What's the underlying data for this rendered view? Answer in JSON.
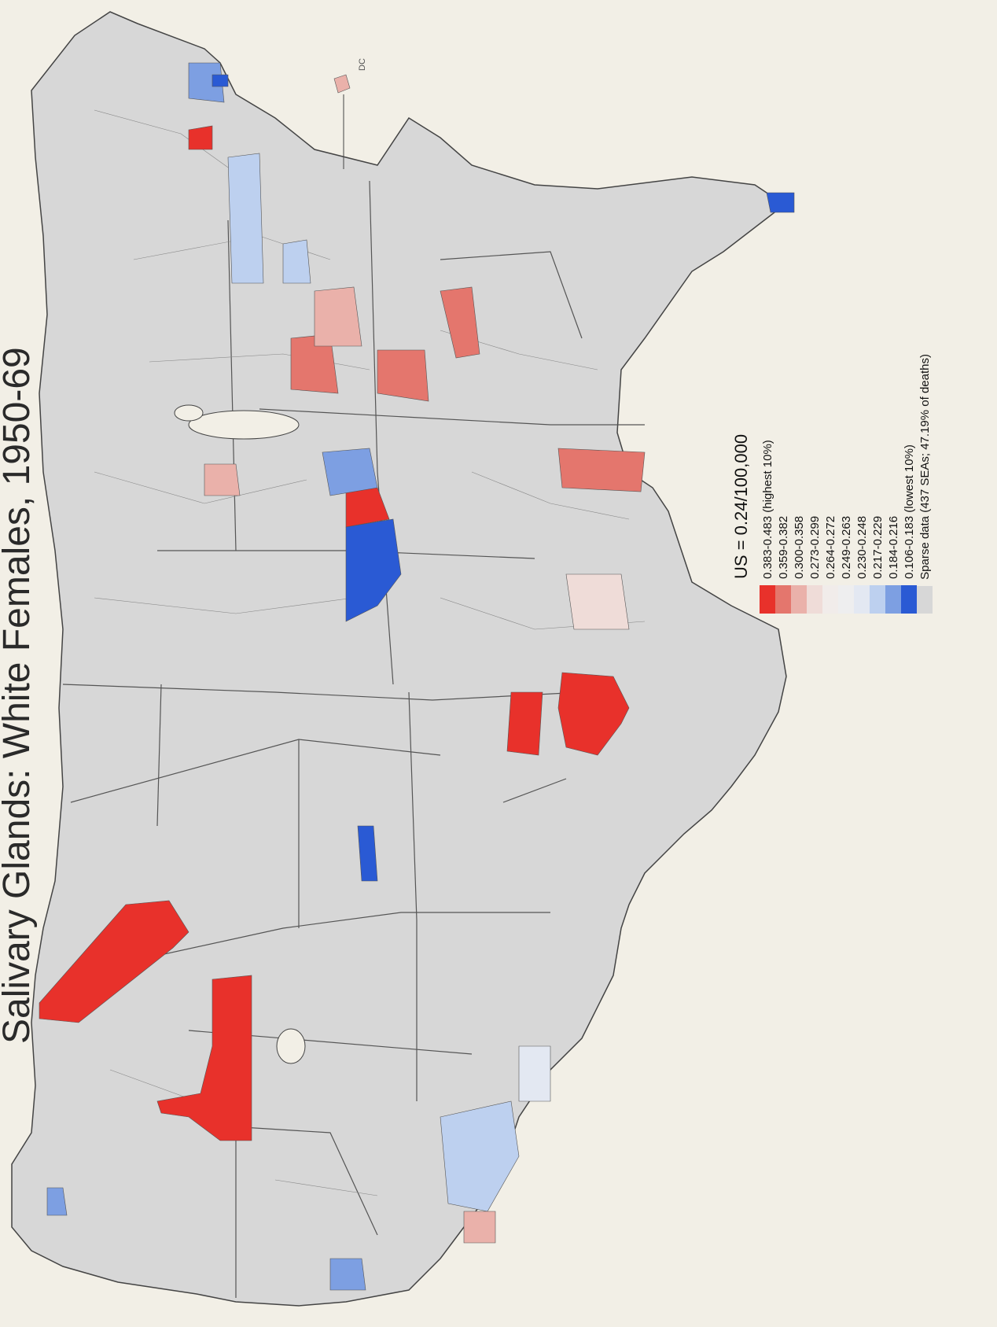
{
  "title": "Salivary Glands:  White Females, 1950-69",
  "dc_label": "DC",
  "legend": {
    "us_rate": "US = 0.24/100,000",
    "classes": [
      {
        "label": "0.383-0.483 (highest 10%)",
        "color": "#e8312b"
      },
      {
        "label": "0.359-0.382",
        "color": "#e4766d"
      },
      {
        "label": "0.300-0.358",
        "color": "#eab1aa"
      },
      {
        "label": "0.273-0.299",
        "color": "#efdcd8"
      },
      {
        "label": "0.264-0.272",
        "color": "#f1ecea"
      },
      {
        "label": "0.249-0.263",
        "color": "#eeeeef"
      },
      {
        "label": "0.230-0.248",
        "color": "#e3e8f2"
      },
      {
        "label": "0.217-0.229",
        "color": "#bdd0ef"
      },
      {
        "label": "0.184-0.216",
        "color": "#7d9fe2"
      },
      {
        "label": "0.106-0.183 (lowest 10%)",
        "color": "#2a5ad4"
      },
      {
        "label": "Sparse data (437 SEAs; 47.19% of deaths)",
        "color": "#d7d7d7"
      }
    ]
  },
  "colors": {
    "land": "#d7d7d7",
    "border": "#444444",
    "background": "#f2efe6"
  }
}
